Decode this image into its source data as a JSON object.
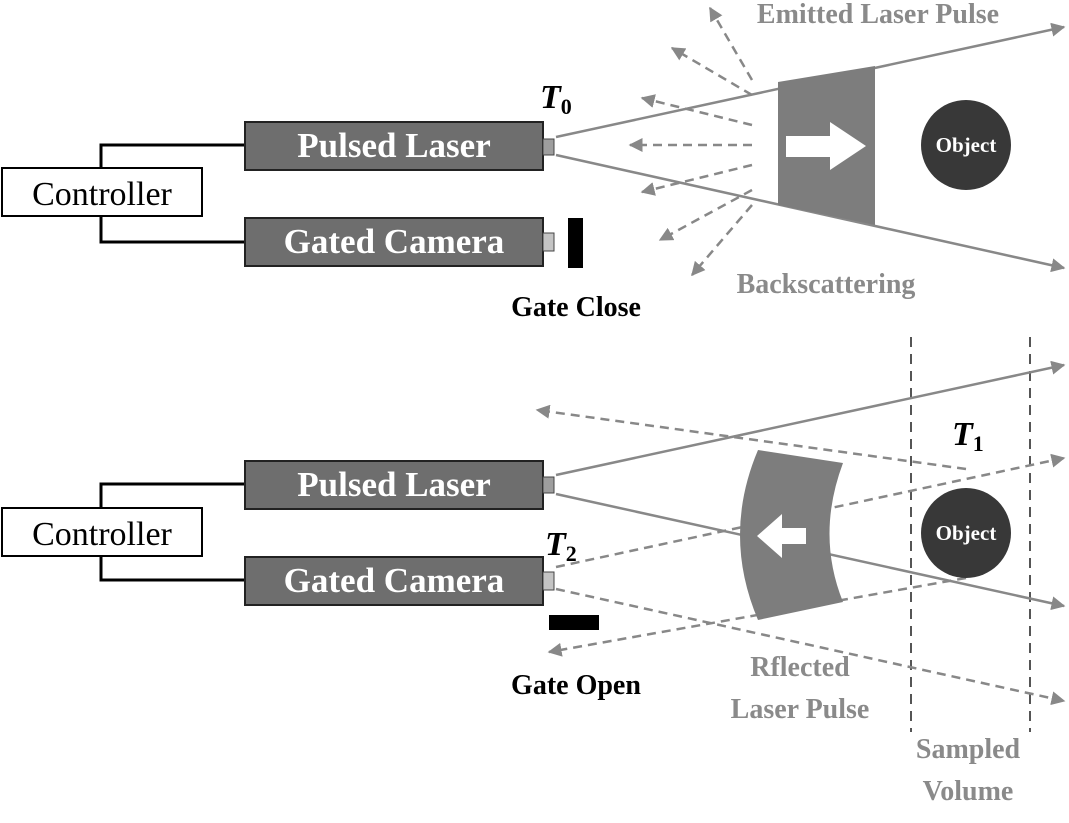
{
  "top_panel": {
    "controller_label": "Controller",
    "laser_label": "Pulsed Laser",
    "camera_label": "Gated Camera",
    "time_label": "T",
    "time_subscript": "0",
    "emitted_label": "Emitted Laser Pulse",
    "backscatter_label": "Backscattering",
    "gate_label": "Gate Close",
    "object_label": "Object"
  },
  "bottom_panel": {
    "controller_label": "Controller",
    "laser_label": "Pulsed Laser",
    "camera_label": "Gated Camera",
    "time1_label": "T",
    "time1_subscript": "1",
    "time2_label": "T",
    "time2_subscript": "2",
    "reflected_line1": "Rflected",
    "reflected_line2": "Laser Pulse",
    "gate_label": "Gate Open",
    "object_label": "Object",
    "sampled_line1": "Sampled",
    "sampled_line2": "Volume"
  },
  "colors": {
    "box_fill": "#6e6e6e",
    "gray": "#888888",
    "pulse_fill": "#7d7d7d",
    "object_fill": "#383838"
  }
}
